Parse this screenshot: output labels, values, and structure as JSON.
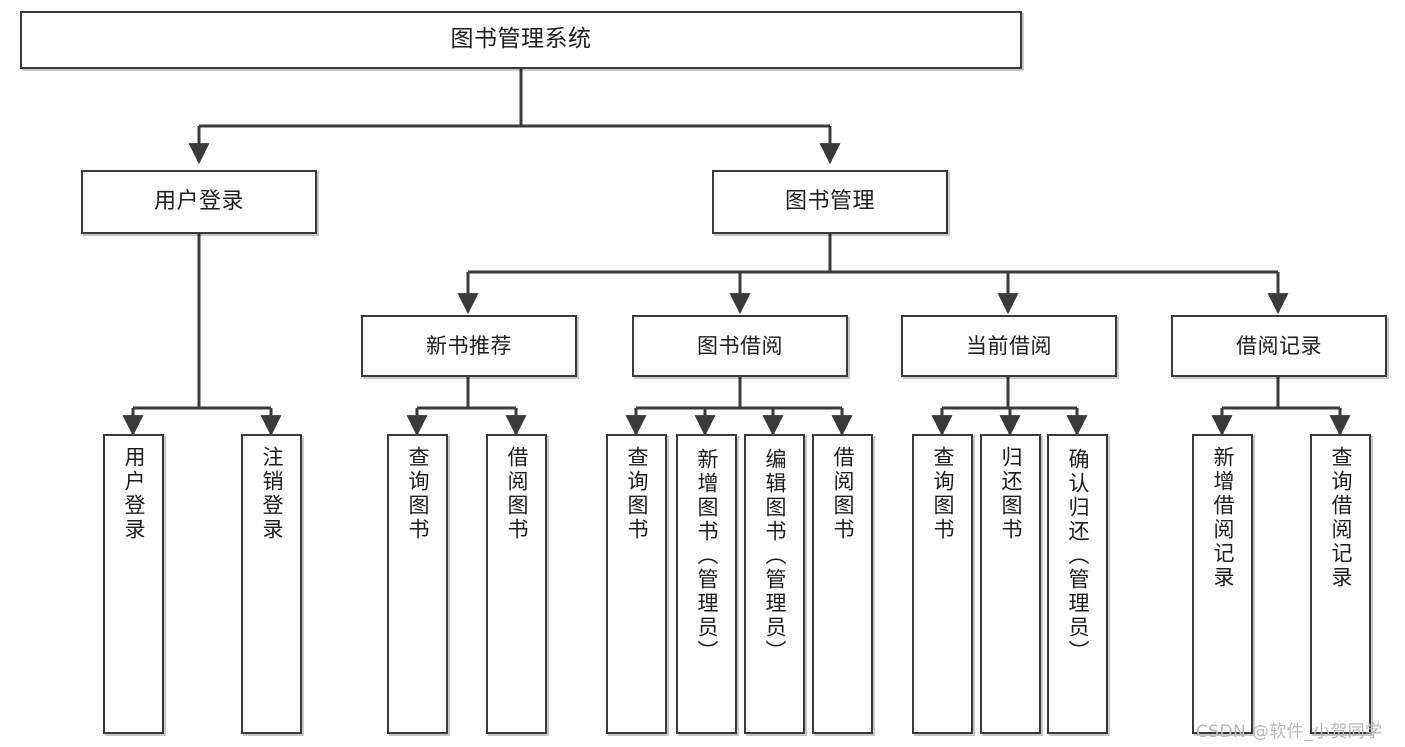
{
  "diagram": {
    "title": "图书管理系统",
    "type": "tree-hierarchy-chart",
    "root": {
      "label": "图书管理系统"
    },
    "level2": [
      {
        "label": "用户登录"
      },
      {
        "label": "图书管理"
      }
    ],
    "level3": [
      {
        "label": "新书推荐"
      },
      {
        "label": "图书借阅"
      },
      {
        "label": "当前借阅"
      },
      {
        "label": "借阅记录"
      }
    ],
    "leaves": {
      "user_login": [
        {
          "label": "用户登录"
        },
        {
          "label": "注销登录"
        }
      ],
      "new_book_recommend": [
        {
          "label": "查询图书"
        },
        {
          "label": "借阅图书"
        }
      ],
      "book_borrow": [
        {
          "label": "查询图书"
        },
        {
          "label": "新增图书（管理员）"
        },
        {
          "label": "编辑图书（管理员）"
        },
        {
          "label": "借阅图书"
        }
      ],
      "current_borrow": [
        {
          "label": "查询图书"
        },
        {
          "label": "归还图书"
        },
        {
          "label": "确认归还（管理员）"
        }
      ],
      "borrow_record": [
        {
          "label": "新增借阅记录"
        },
        {
          "label": "查询借阅记录"
        }
      ]
    },
    "watermark": "CSDN @软件_小贺同学",
    "colors": {
      "stroke": "#3a3a3a",
      "fill": "#ffffff",
      "text": "#1d1d1d",
      "watermark": "#b9b9b9"
    }
  }
}
